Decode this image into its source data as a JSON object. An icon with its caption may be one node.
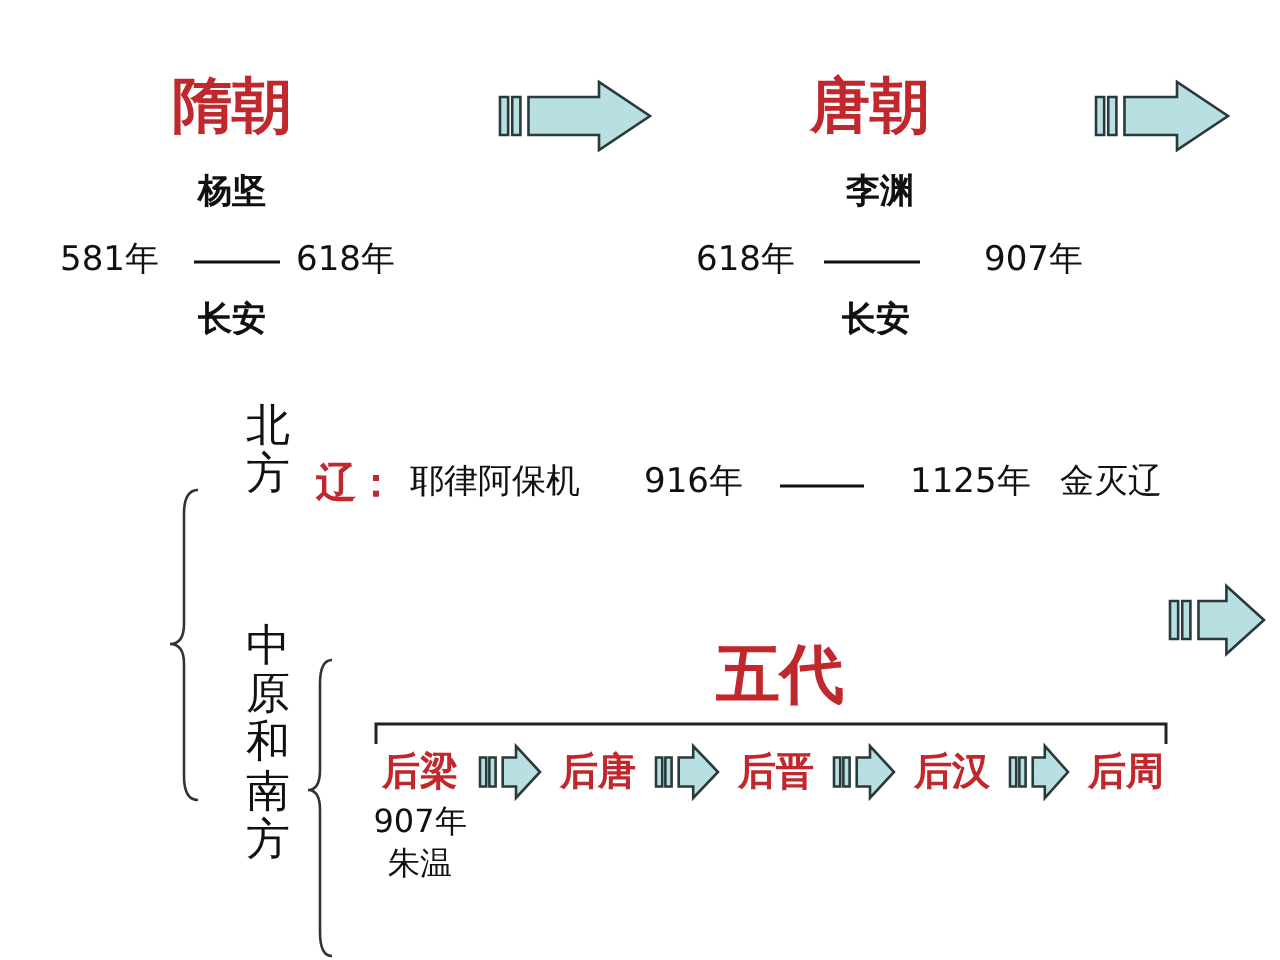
{
  "diagram": {
    "nodes": [
      {
        "text": [
          "隋朝",
          "杨坚",
          "581年",
          "618年",
          "长安"
        ]
      },
      {
        "text": [
          "唐朝",
          "李渊",
          "618年",
          "907年",
          "长安"
        ]
      },
      {
        "text": [
          "后梁"
        ],
        "beside": [
          "907年",
          "朱温"
        ]
      },
      {
        "text": [
          "后唐"
        ]
      },
      {
        "text": [
          "后晋"
        ]
      },
      {
        "text": [
          "后汉"
        ]
      },
      {
        "text": [
          "后周"
        ]
      }
    ],
    "edges": [
      {
        "from": 0,
        "to": 1,
        "arrow": "to"
      },
      {
        "from": 1,
        "to": null,
        "arrow": "to"
      },
      {
        "from": 2,
        "to": 3,
        "arrow": "to"
      },
      {
        "from": 3,
        "to": 4,
        "arrow": "to"
      },
      {
        "from": 4,
        "to": 5,
        "arrow": "to"
      },
      {
        "from": 5,
        "to": 6,
        "arrow": "to"
      }
    ],
    "labels": [
      "北方",
      "辽：",
      "耶律阿保机",
      "916年",
      "1125年",
      "金灭辽",
      "中原和南方",
      "五代"
    ]
  }
}
